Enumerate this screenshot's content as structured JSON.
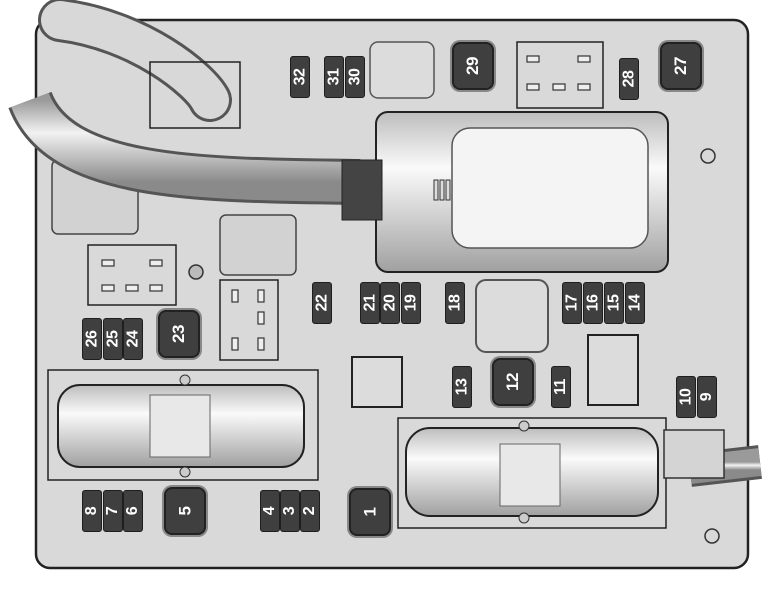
{
  "title": "Fuse block diagram",
  "fuses": [
    {
      "label": "32",
      "type": "mini"
    },
    {
      "label": "31",
      "type": "mini"
    },
    {
      "label": "30",
      "type": "mini"
    },
    {
      "label": "29",
      "type": "cartridge"
    },
    {
      "label": "28",
      "type": "mini"
    },
    {
      "label": "27",
      "type": "cartridge"
    },
    {
      "label": "26",
      "type": "mini"
    },
    {
      "label": "25",
      "type": "mini"
    },
    {
      "label": "24",
      "type": "mini"
    },
    {
      "label": "23",
      "type": "cartridge"
    },
    {
      "label": "22",
      "type": "mini"
    },
    {
      "label": "21",
      "type": "mini"
    },
    {
      "label": "20",
      "type": "mini"
    },
    {
      "label": "19",
      "type": "mini"
    },
    {
      "label": "18",
      "type": "mini"
    },
    {
      "label": "17",
      "type": "mini"
    },
    {
      "label": "16",
      "type": "mini"
    },
    {
      "label": "15",
      "type": "mini"
    },
    {
      "label": "14",
      "type": "mini"
    },
    {
      "label": "13",
      "type": "mini"
    },
    {
      "label": "12",
      "type": "cartridge"
    },
    {
      "label": "11",
      "type": "mini"
    },
    {
      "label": "10",
      "type": "mini"
    },
    {
      "label": "9",
      "type": "mini"
    },
    {
      "label": "8",
      "type": "mini"
    },
    {
      "label": "7",
      "type": "mini"
    },
    {
      "label": "6",
      "type": "mini"
    },
    {
      "label": "5",
      "type": "cartridge"
    },
    {
      "label": "4",
      "type": "mini"
    },
    {
      "label": "3",
      "type": "mini"
    },
    {
      "label": "2",
      "type": "mini"
    },
    {
      "label": "1",
      "type": "cartridge"
    }
  ],
  "colors": {
    "housing": "#d9d9d9",
    "fuse": "#3f3f3f",
    "outline": "#222222"
  }
}
